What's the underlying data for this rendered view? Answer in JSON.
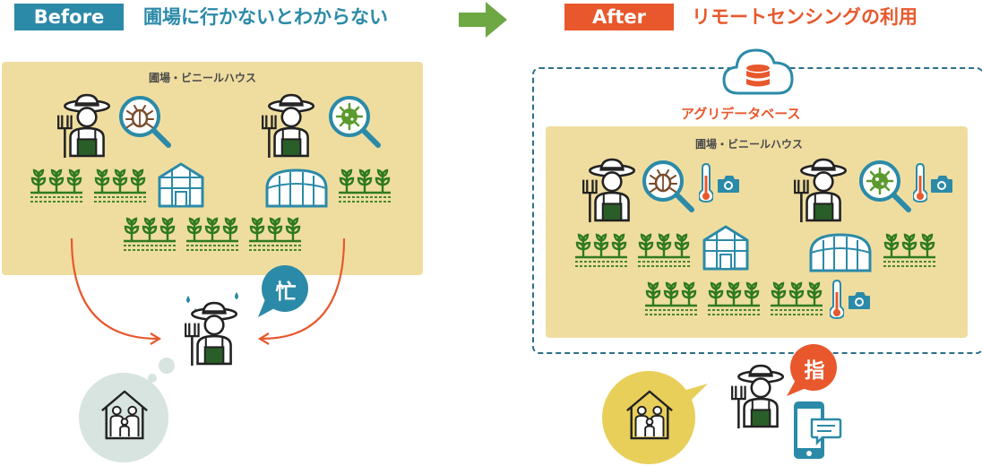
{
  "before": {
    "tag": "Before",
    "heading": "圃場に行かないとわからない",
    "panel_title": "圃場・ビニールハウス",
    "busy_char": "忙"
  },
  "after": {
    "tag": "After",
    "heading": "リモートセンシングの利用",
    "database_label": "アグリデータベース",
    "panel_title": "圃場・ビニールハウス",
    "instruct_char": "指"
  },
  "colors": {
    "teal": "#2b8aa8",
    "orange": "#e8582c",
    "panel": "#efdda0",
    "green": "#2f7a1f",
    "arrow_green": "#6ea844",
    "home_gray": "#d7e4e0",
    "home_yellow": "#e8cf5a"
  },
  "icons": [
    "farmer-icon",
    "pest-magnifier-icon",
    "virus-magnifier-icon",
    "crop-row-icon",
    "greenhouse-icon",
    "cloud-database-icon",
    "thermometer-icon",
    "camera-icon",
    "family-home-icon",
    "smartphone-chat-icon",
    "speech-bubble-icon"
  ]
}
